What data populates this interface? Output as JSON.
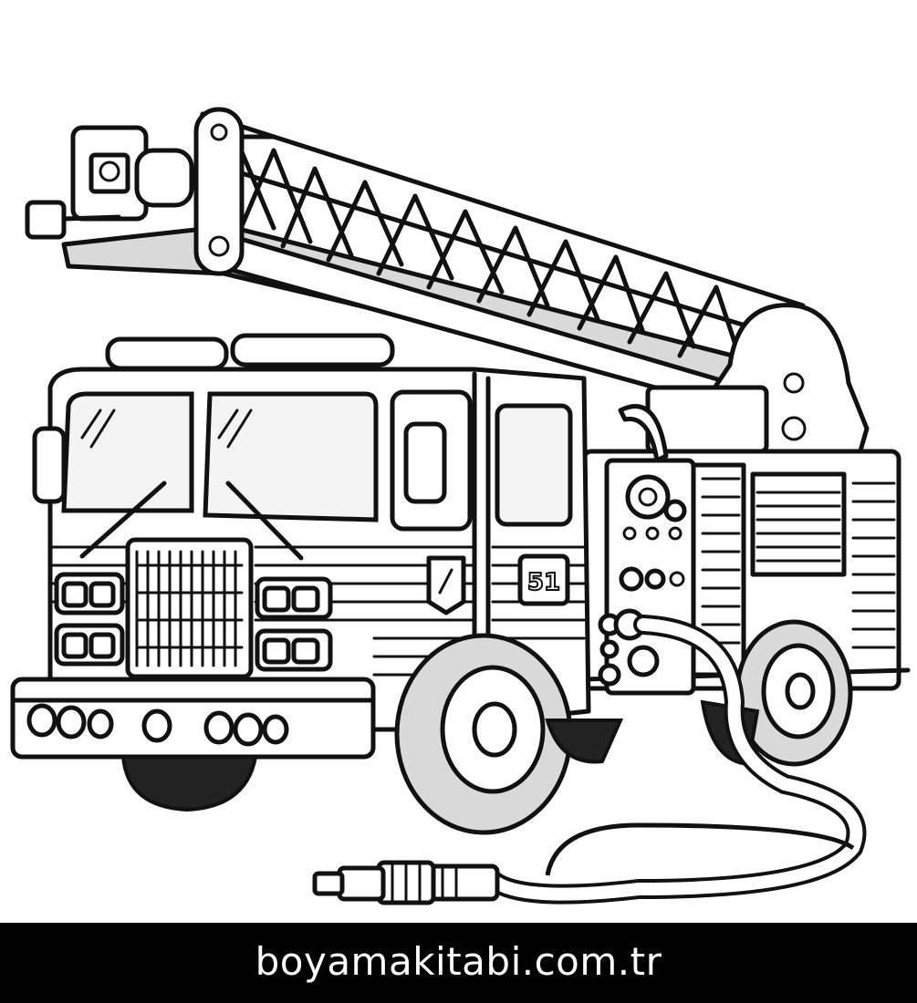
{
  "illustration": {
    "subject": "fire-truck-coloring-page",
    "truck_number": "51",
    "colors": {
      "background": "#ffffff",
      "line": "#111111",
      "shade": "#d9d9d9"
    }
  },
  "footer": {
    "text": "boyamakitabi.com.tr",
    "background": "#000000",
    "text_color": "#ffffff"
  }
}
